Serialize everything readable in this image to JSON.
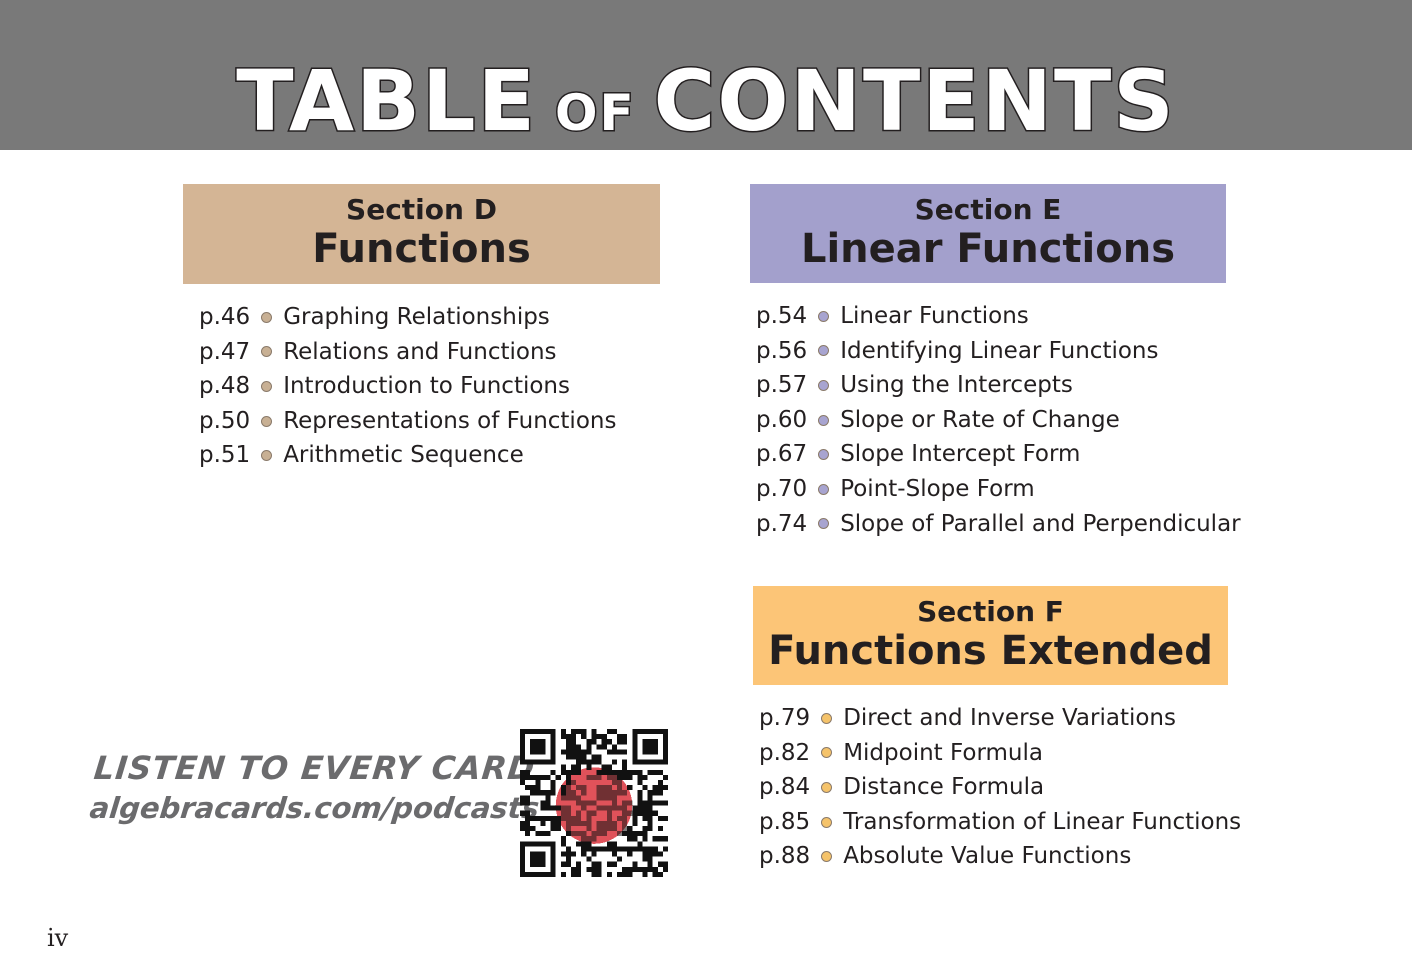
{
  "header": {
    "title_part1": "TABLE",
    "title_part2": "OF",
    "title_part3": "CONTENTS"
  },
  "sections": [
    {
      "label": "Section D",
      "name": "Functions",
      "color": "#d4b595",
      "dot": "#c8b094",
      "items": [
        {
          "page": "p.46",
          "title": "Graphing Relationships"
        },
        {
          "page": "p.47",
          "title": "Relations and Functions"
        },
        {
          "page": "p.48",
          "title": "Introduction to Functions"
        },
        {
          "page": "p.50",
          "title": "Representations of Functions"
        },
        {
          "page": "p.51",
          "title": "Arithmetic Sequence"
        }
      ]
    },
    {
      "label": "Section E",
      "name": "Linear Functions",
      "color": "#a3a0cc",
      "dot": "#a8a4d0",
      "items": [
        {
          "page": "p.54",
          "title": "Linear Functions"
        },
        {
          "page": "p.56",
          "title": "Identifying Linear Functions"
        },
        {
          "page": "p.57",
          "title": "Using the Intercepts"
        },
        {
          "page": "p.60",
          "title": "Slope or Rate of Change"
        },
        {
          "page": "p.67",
          "title": "Slope Intercept Form"
        },
        {
          "page": "p.70",
          "title": "Point-Slope Form"
        },
        {
          "page": "p.74",
          "title": "Slope of Parallel and Perpendicular"
        }
      ]
    },
    {
      "label": "Section F",
      "name": "Functions Extended",
      "color": "#fcc577",
      "dot": "#f5c36a",
      "items": [
        {
          "page": "p.79",
          "title": "Direct and Inverse Variations"
        },
        {
          "page": "p.82",
          "title": "Midpoint Formula"
        },
        {
          "page": "p.84",
          "title": "Distance Formula"
        },
        {
          "page": "p.85",
          "title": "Transformation of Linear Functions"
        },
        {
          "page": "p.88",
          "title": "Absolute Value Functions"
        }
      ]
    }
  ],
  "promo": {
    "line1": "LISTEN TO EVERY CARD",
    "line2": "algebracards.com/podcasts"
  },
  "folio": "iv"
}
